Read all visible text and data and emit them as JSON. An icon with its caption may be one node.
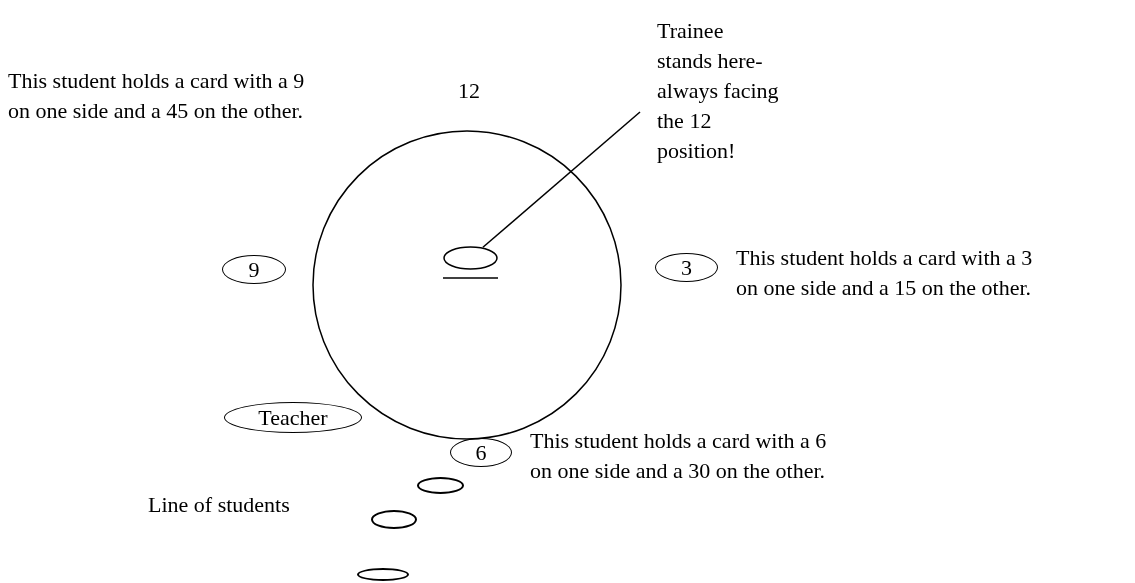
{
  "diagram": {
    "nodes": [
      {
        "text": [],
        "shape": "circle"
      },
      {
        "text": [
          "Trainee stands here- always facing the 12 position!"
        ]
      },
      {
        "text": [],
        "shape": "ellipse",
        "in": 0
      },
      {
        "text": [
          "9"
        ]
      },
      {
        "text": [
          "3"
        ],
        "beside": [
          "This student holds a card with a 3 on one side and a 15 on the other."
        ]
      },
      {
        "text": [
          "6"
        ]
      },
      {
        "text": [
          "Teacher"
        ]
      },
      {
        "text": [],
        "shape": "ellipse"
      },
      {
        "text": [],
        "shape": "ellipse"
      },
      {
        "text": [],
        "shape": "ellipse"
      }
    ],
    "edges": [
      {
        "from": 1,
        "to": 2,
        "arrow": "none"
      }
    ],
    "labels": [
      "This student holds a card with a 9 on one side and a 45 on the other.",
      "12",
      "This student holds a card with a 6 on one side and a 30 on the other.",
      "Line of students"
    ]
  }
}
